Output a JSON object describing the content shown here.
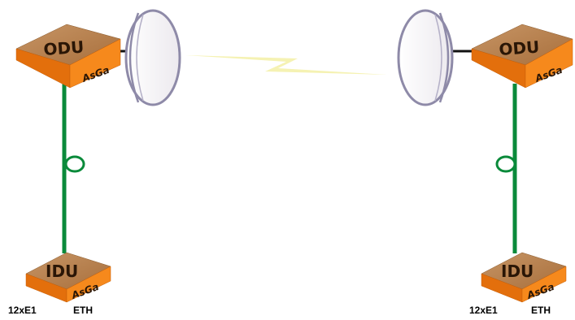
{
  "left_site": {
    "odu": {
      "title": "ODU",
      "brand": "AsGa"
    },
    "idu": {
      "title": "IDU",
      "brand": "AsGa"
    },
    "ports": [
      "12xE1",
      "ETH"
    ]
  },
  "right_site": {
    "odu": {
      "title": "ODU",
      "brand": "AsGa"
    },
    "idu": {
      "title": "IDU",
      "brand": "AsGa"
    },
    "ports": [
      "12xE1",
      "ETH"
    ]
  },
  "icons": {
    "radio_link": "lightning-bolt-icon",
    "antenna": "dish-antenna-icon",
    "cable_ferrite": "ferrite-ring-icon"
  },
  "colors": {
    "box_orange": "#f07d15",
    "box_top": "#b98552",
    "cable_green": "#0a8a3a",
    "link_yellow": "#f5f2b3",
    "dish_fill": "#fbf8f8",
    "dish_rim": "#8e8aa8"
  }
}
